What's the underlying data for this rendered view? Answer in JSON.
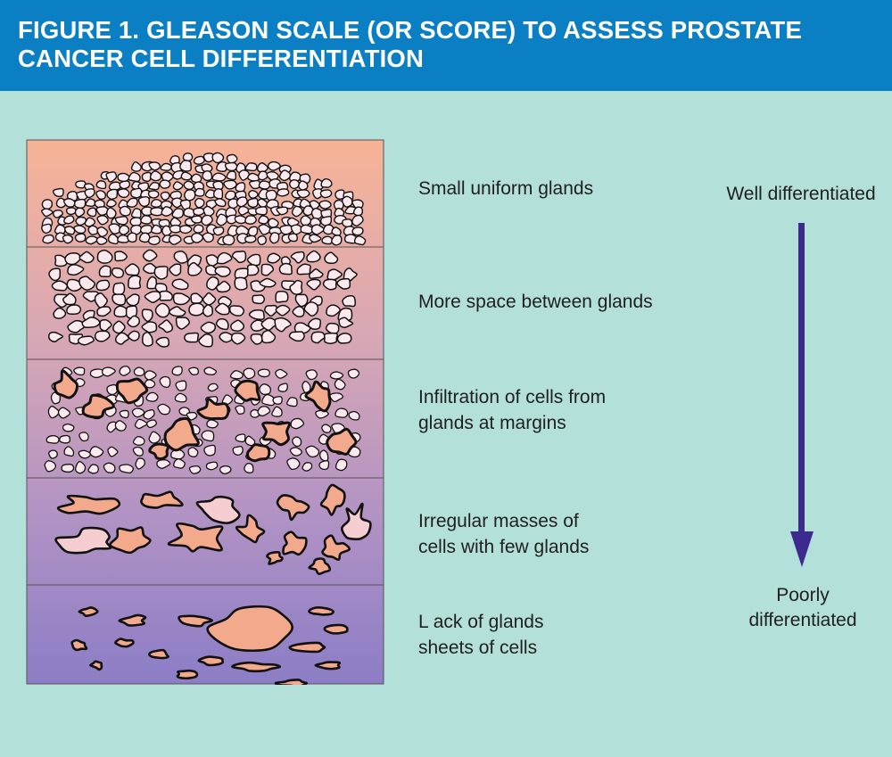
{
  "header": {
    "title_line1": "FIGURE 1. GLEASON SCALE (OR SCORE) TO ASSESS PROSTATE",
    "title_line2": "CANCER CELL DIFFERENTIATION"
  },
  "stages": [
    {
      "lines": [
        "Small uniform glands"
      ]
    },
    {
      "lines": [
        "More space between glands"
      ]
    },
    {
      "lines": [
        "Infiltration of cells from",
        "glands at margins"
      ]
    },
    {
      "lines": [
        "Irregular masses of",
        "cells with few glands"
      ]
    },
    {
      "lines": [
        "L ack of glands",
        "sheets of cells"
      ]
    }
  ],
  "scale": {
    "top_label": "Well differentiated",
    "bottom_label_line1": "Poorly",
    "bottom_label_line2": "differentiated"
  },
  "colors": {
    "header_bg": "#0a7fc4",
    "panel_bg": "#b4e0da",
    "arrow": "#3d2a8f",
    "gland_fill": "#f3a98c",
    "gland_fill_light": "#f6cdd0",
    "outline": "#111111"
  }
}
